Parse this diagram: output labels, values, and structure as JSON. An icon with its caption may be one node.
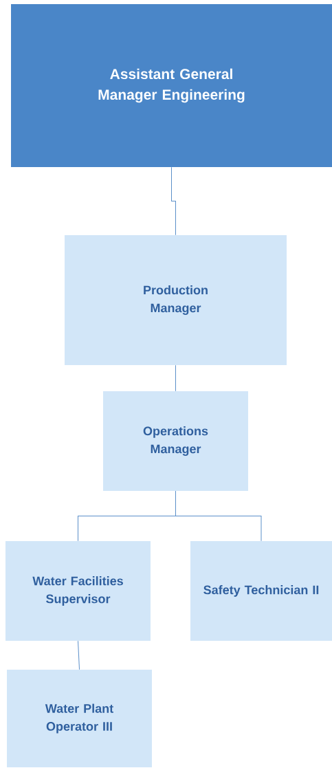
{
  "diagram": {
    "nodes": [
      {
        "text": [
          "Assistant General Manager Engineering"
        ]
      },
      {
        "text": [
          "Production Manager"
        ]
      },
      {
        "text": [
          "Operations Manager"
        ]
      },
      {
        "text": [
          "Water Facilities Supervisor"
        ]
      },
      {
        "text": [
          "Safety Technician II"
        ]
      },
      {
        "text": [
          "Water Plant Operator III"
        ]
      }
    ],
    "edges": [
      {
        "from": 0,
        "to": 1,
        "arrow": "none"
      },
      {
        "from": 1,
        "to": 2,
        "arrow": "none"
      },
      {
        "from": 2,
        "to": 3,
        "arrow": "none"
      },
      {
        "from": 2,
        "to": 4,
        "arrow": "none"
      },
      {
        "from": 3,
        "to": 5,
        "arrow": "none"
      }
    ]
  }
}
